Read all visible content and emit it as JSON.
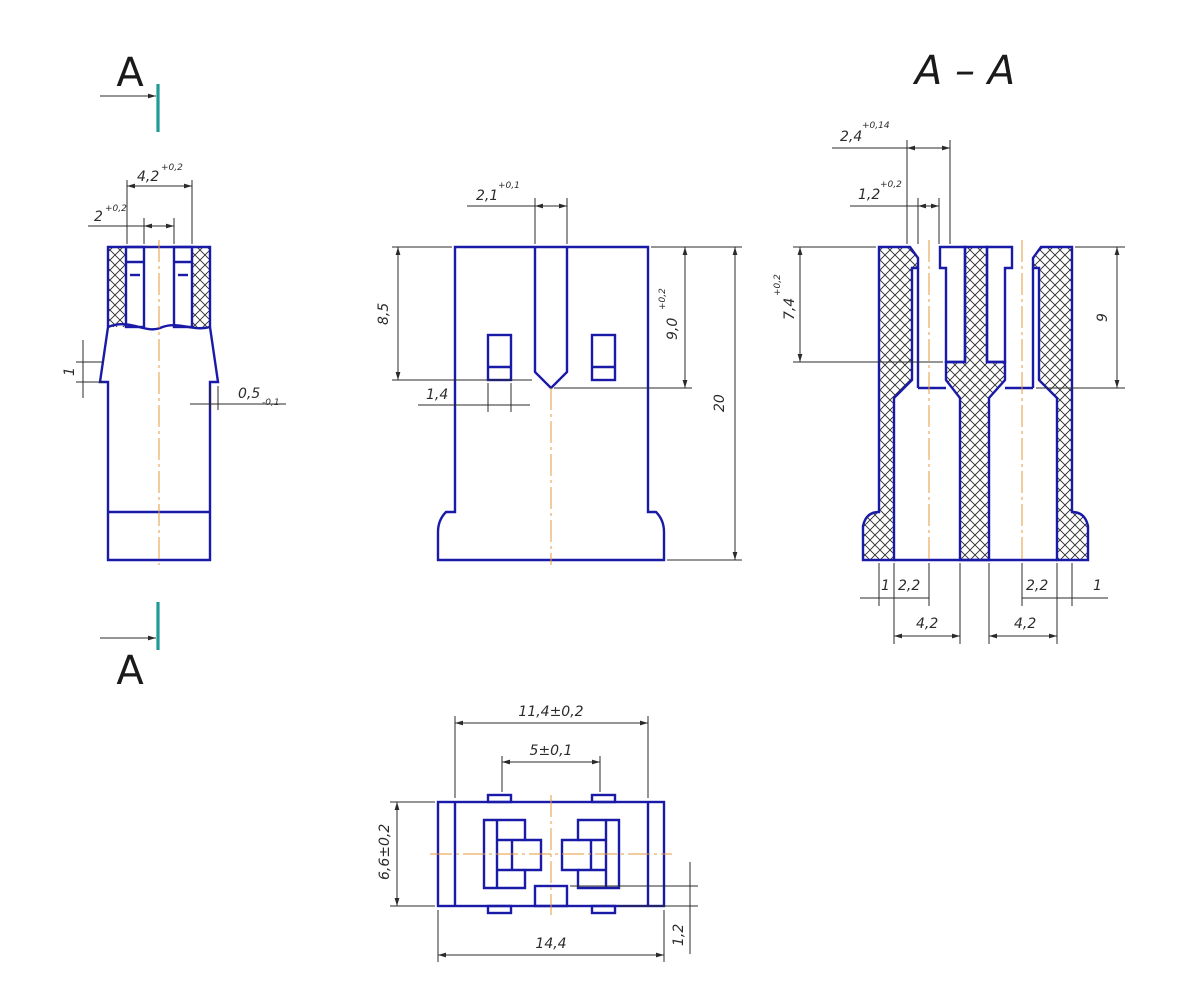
{
  "section": {
    "marker_top": "A",
    "marker_bottom": "A",
    "title": "A – A"
  },
  "colors": {
    "outline": "#1a1aa8",
    "centerline": "#e59a3a",
    "cutting_plane": "#1f9a96",
    "dimension": "#2b2b2b"
  },
  "side_view": {
    "dim_width": {
      "base": "4,2",
      "tol": "+0,2"
    },
    "dim_slot": {
      "base": "2",
      "tol": "+0,2"
    },
    "dim_step": "1",
    "dim_wall": {
      "base": "0,5",
      "tol": "-0,1"
    }
  },
  "front_view": {
    "dim_slot": {
      "base": "2,1",
      "tol": "+0,1"
    },
    "dim_slot_depth": "8,5",
    "dim_window": {
      "base": "9,0",
      "tol": "+0,2"
    },
    "dim_height": "20",
    "dim_latch": "1,4"
  },
  "section_view": {
    "dim_a": {
      "base": "2,4",
      "tol": "+0,14"
    },
    "dim_b": {
      "base": "1,2",
      "tol": "+0,2"
    },
    "dim_depth": {
      "base": "7,4",
      "tol": "+0,2"
    },
    "dim_right": "9",
    "dim_left_1": "1",
    "dim_left_22": "2,2",
    "dim_right_22": "2,2",
    "dim_right_1": "1",
    "dim_cavity_left": "4,2",
    "dim_cavity_right": "4,2"
  },
  "bottom_view": {
    "dim_width": "11,4±0,2",
    "dim_pitch": "5±0,1",
    "dim_height": "6,6±0,2",
    "dim_total": "14,4",
    "dim_tab": "1,2"
  }
}
